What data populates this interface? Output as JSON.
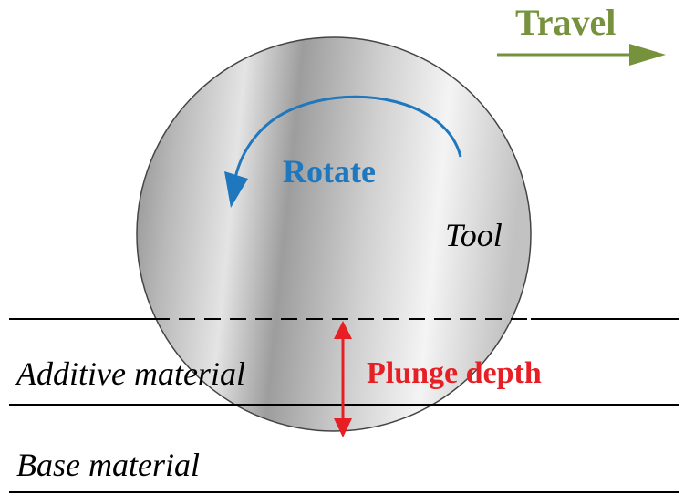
{
  "labels": {
    "travel": "Travel",
    "rotate": "Rotate",
    "tool": "Tool",
    "additive_material": "Additive material",
    "plunge_depth": "Plunge depth",
    "base_material": "Base material"
  },
  "colors": {
    "travel": "#76923c",
    "rotate": "#1f77bd",
    "plunge_depth": "#e81e25",
    "line": "#000000",
    "tool_light": "#f2f2f2",
    "tool_dark": "#8c8c8c"
  },
  "icons": {
    "travel": "right-arrow-icon",
    "rotate": "counterclockwise-arrow-icon",
    "plunge_depth": "double-headed-vertical-arrow-icon"
  }
}
